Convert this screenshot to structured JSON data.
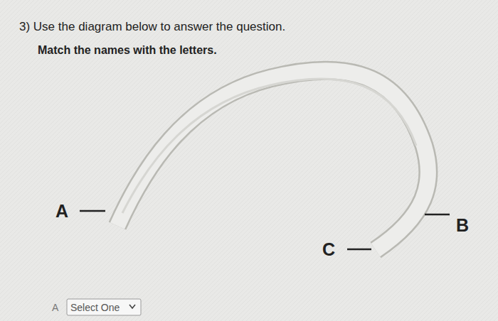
{
  "diagram": {
    "labels": [
      "3) Use the diagram below to answer the question.",
      "Match the names with the letters.",
      "A",
      "B",
      "C",
      "A",
      "Select One"
    ]
  }
}
